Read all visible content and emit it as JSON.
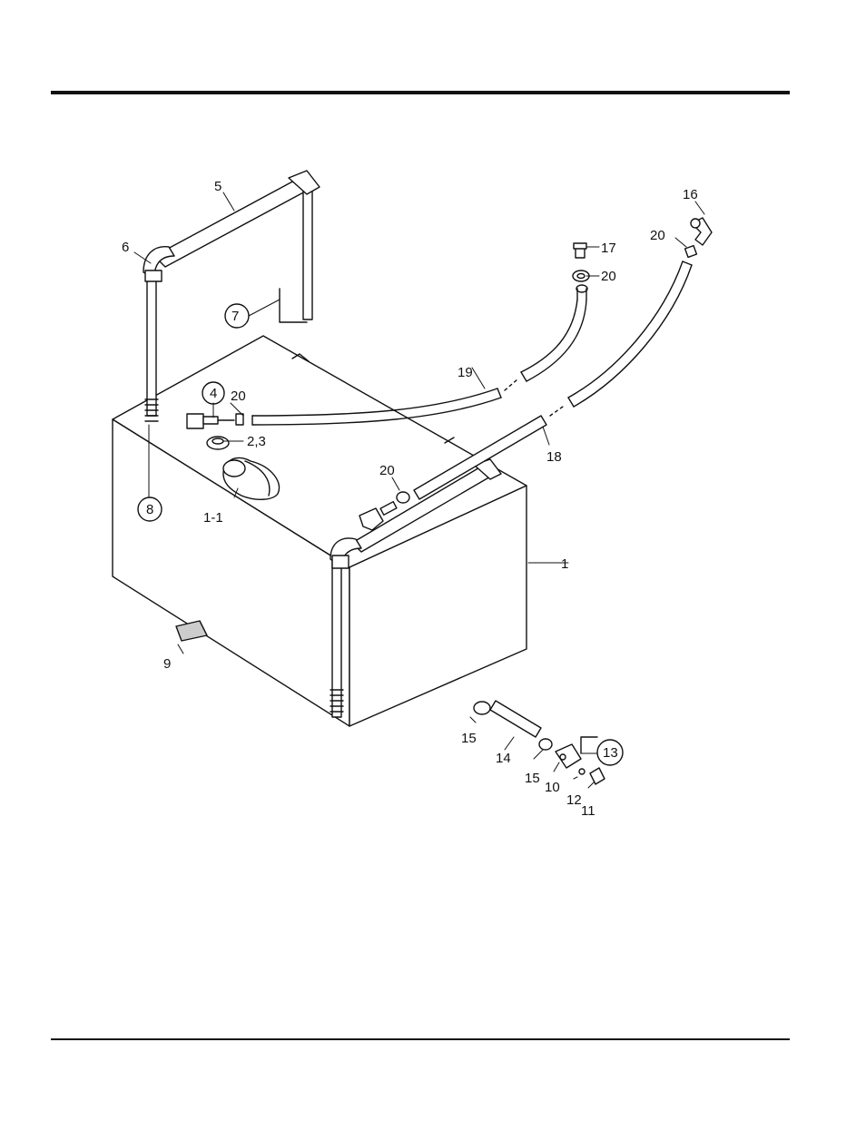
{
  "callouts": {
    "c1": "1",
    "c1_1": "1-1",
    "c2_3": "2,3",
    "c4": "4",
    "c5": "5",
    "c6": "6",
    "c7": "7",
    "c8": "8",
    "c9": "9",
    "c10": "10",
    "c11": "11",
    "c12": "12",
    "c13": "13",
    "c14": "14",
    "c15a": "15",
    "c15b": "15",
    "c16": "16",
    "c17": "17",
    "c18": "18",
    "c19": "19",
    "c20a": "20",
    "c20b": "20",
    "c20c": "20",
    "c20d": "20"
  }
}
